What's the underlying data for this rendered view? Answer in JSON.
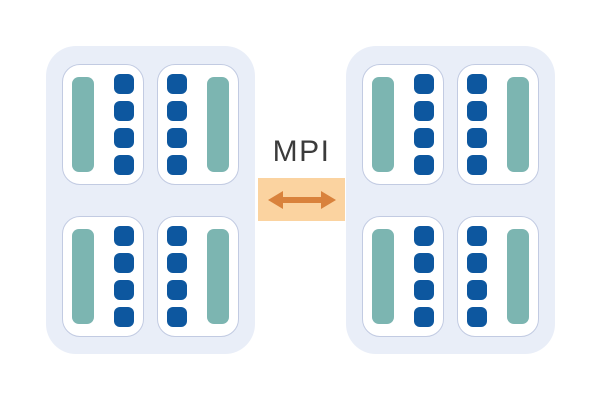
{
  "link": {
    "label": "MPI",
    "arrow_icon": "double-headed-horizontal-arrow"
  },
  "colors": {
    "page_bg": "#ffffff",
    "node_bg": "#e9eef8",
    "socket_bg": "#ffffff",
    "socket_border": "#c2cbe2",
    "memory_bar": "#7cb5b1",
    "core_square": "#0d579f",
    "mpi_box_bg": "#fbd3a0",
    "mpi_arrow": "#d9823c",
    "label_text": "#3b3b3b"
  },
  "nodes": [
    {
      "id": "node-left",
      "sockets": [
        {
          "position": "top-left",
          "layout": "bar-left",
          "bars": 1,
          "cores": 4
        },
        {
          "position": "top-right",
          "layout": "bar-right",
          "bars": 1,
          "cores": 4
        },
        {
          "position": "bottom-left",
          "layout": "bar-left",
          "bars": 1,
          "cores": 4
        },
        {
          "position": "bottom-right",
          "layout": "bar-right",
          "bars": 1,
          "cores": 4
        }
      ]
    },
    {
      "id": "node-right",
      "sockets": [
        {
          "position": "top-left",
          "layout": "bar-left",
          "bars": 1,
          "cores": 4
        },
        {
          "position": "top-right",
          "layout": "bar-right",
          "bars": 1,
          "cores": 4
        },
        {
          "position": "bottom-left",
          "layout": "bar-left",
          "bars": 1,
          "cores": 4
        },
        {
          "position": "bottom-right",
          "layout": "bar-right",
          "bars": 1,
          "cores": 4
        }
      ]
    }
  ]
}
